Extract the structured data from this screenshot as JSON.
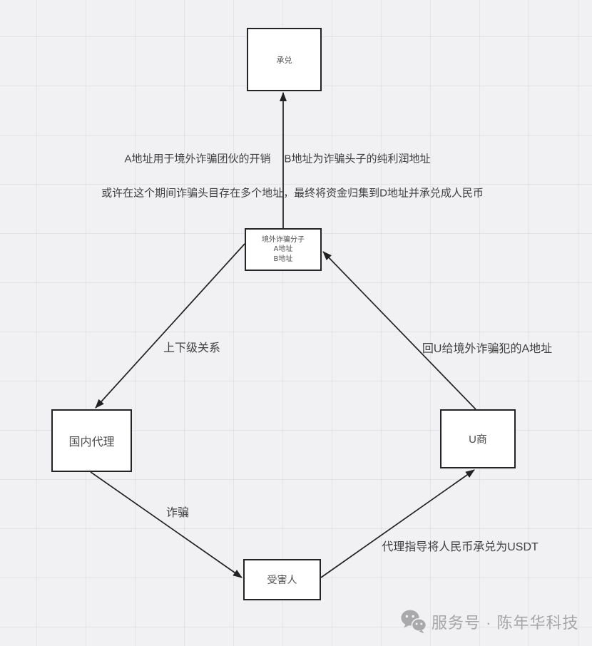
{
  "nodes": {
    "exchange": {
      "label": "承兑"
    },
    "fraudster": {
      "line1": "境外诈骗分子",
      "line2": "A地址",
      "line3": "B地址"
    },
    "domestic_agent": {
      "label": "国内代理"
    },
    "u_merchant": {
      "label": "U商"
    },
    "victim": {
      "label": "受害人"
    }
  },
  "annotations": {
    "a_address_note": "A地址用于境外诈骗团伙的开销",
    "b_address_note": "B地址为诈骗头子的纯利润地址",
    "multi_address_note": "或许在这个期间诈骗头目存在多个地址，最终将资金归集到D地址并承兑成人民币"
  },
  "edge_labels": {
    "hierarchy": "上下级关系",
    "return_u": "回U给境外诈骗犯的A地址",
    "fraud": "诈骗",
    "agent_guide": "代理指导将人民币承兑为USDT"
  },
  "watermark": {
    "text": "服务号 · 陈年华科技"
  },
  "colors": {
    "background": "#f1f1f3",
    "node_border": "#242424",
    "node_fill": "#ffffff",
    "edge_line": "#212121",
    "watermark": "#a6a6a8"
  }
}
